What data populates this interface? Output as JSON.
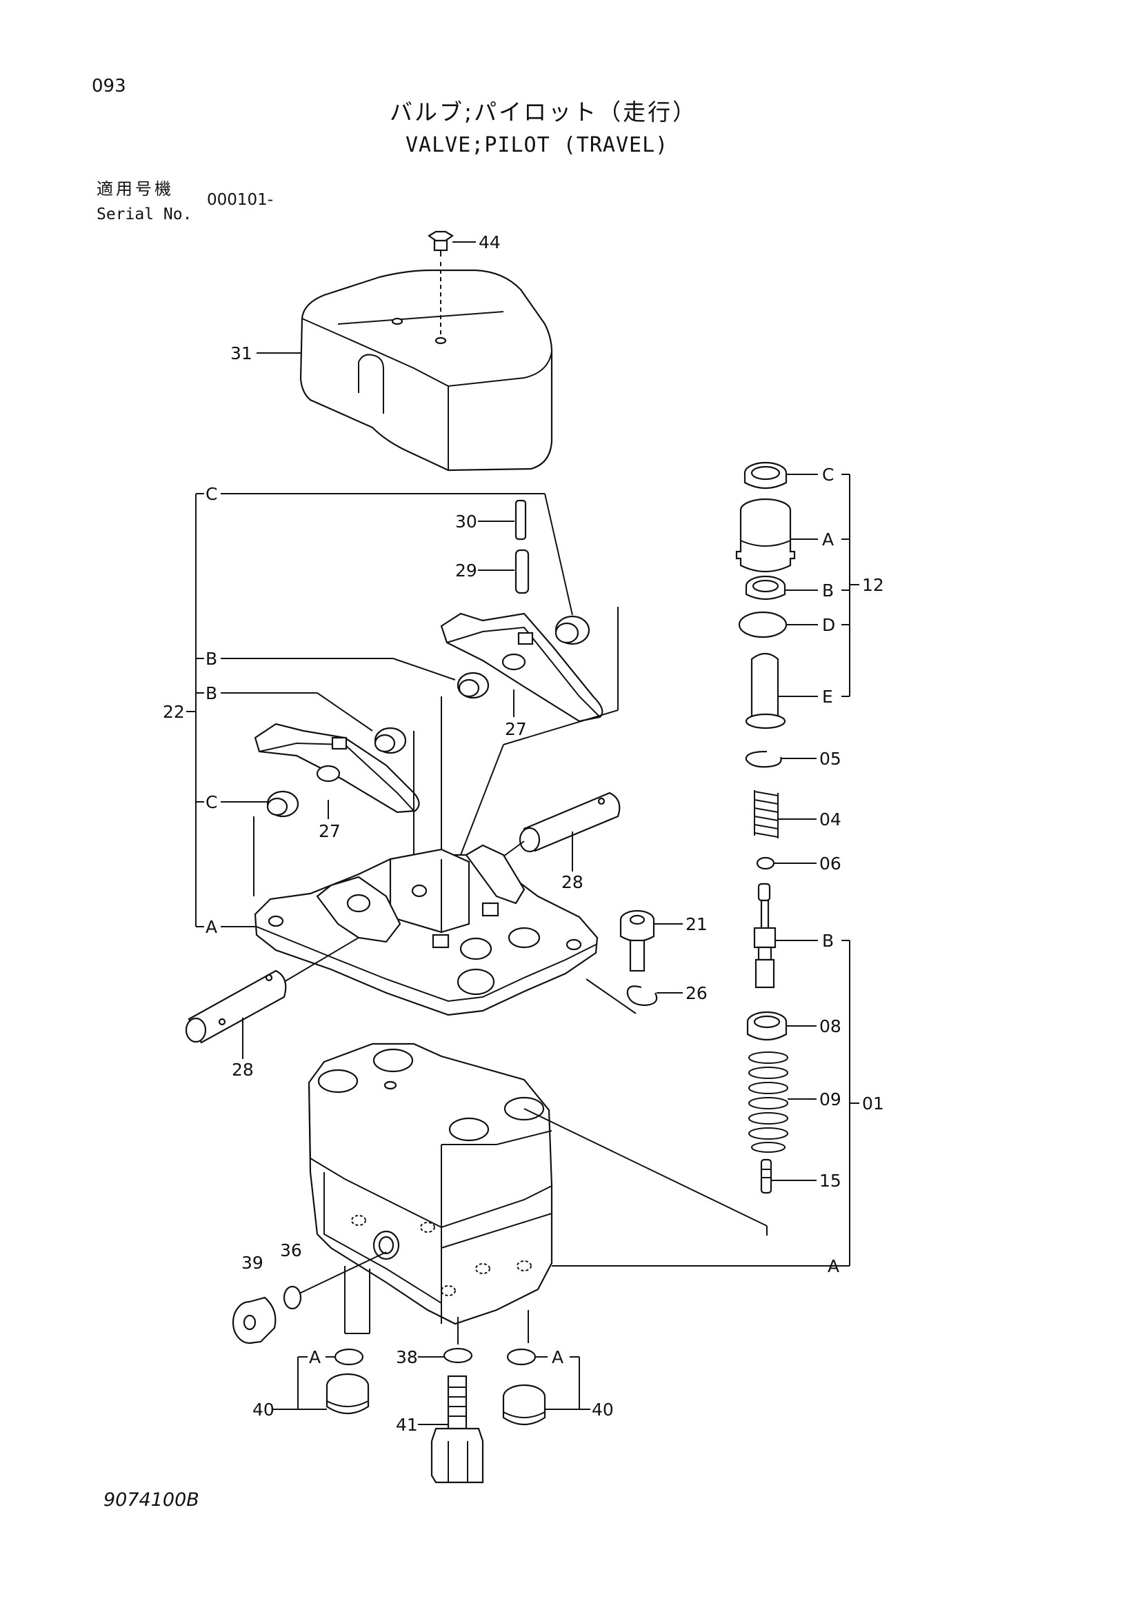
{
  "header": {
    "page_number": "093",
    "title_ja": "バルブ;パイロット（走行）",
    "title_en": "VALVE;PILOT (TRAVEL)",
    "serial_label_ja": "適用号機",
    "serial_label_en": "Serial No.",
    "serial_value": "000101-"
  },
  "callouts": {
    "p44": "44",
    "p31": "31",
    "p30": "30",
    "p29": "29",
    "p27a": "27",
    "p27b": "27",
    "p28a": "28",
    "p28b": "28",
    "p22": "22",
    "p21": "21",
    "p26": "26",
    "p12": "12",
    "p05": "05",
    "p04": "04",
    "p06": "06",
    "p08": "08",
    "p09": "09",
    "p15": "15",
    "p01": "01",
    "p39": "39",
    "p36": "36",
    "p38": "38",
    "p40a": "40",
    "p40b": "40",
    "p41": "41"
  },
  "group_letters": {
    "lc1": "C",
    "lb1": "B",
    "lb2": "B",
    "lc2": "C",
    "la1": "A",
    "rc": "C",
    "ra": "A",
    "rb": "B",
    "rd": "D",
    "re": "E",
    "rb2": "B",
    "ra2": "A",
    "la3": "A",
    "la4": "A"
  },
  "footer": {
    "drawing_number": "9074100B"
  }
}
